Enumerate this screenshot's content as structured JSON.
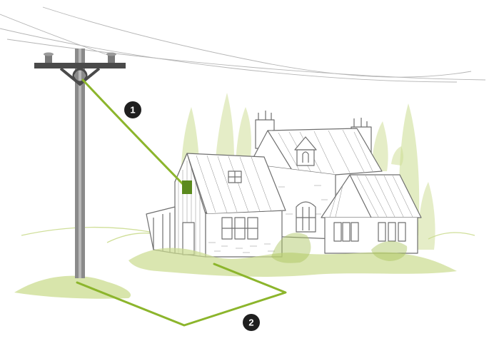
{
  "markers": [
    {
      "label": "1"
    },
    {
      "label": "2"
    }
  ],
  "colors": {
    "wire": "#8cb52c",
    "pole": "#7a7a7a",
    "sketch": "#6f6f6f",
    "foliage": "#cbdc8f",
    "foliage_dark": "#a9c45a",
    "marker_fill": "#1f1f1f",
    "marker_text": "#ffffff"
  },
  "icons": {
    "pole": "utility-pole-icon",
    "house": "stone-cottage-sketch",
    "meter": "electric-meter-icon"
  }
}
